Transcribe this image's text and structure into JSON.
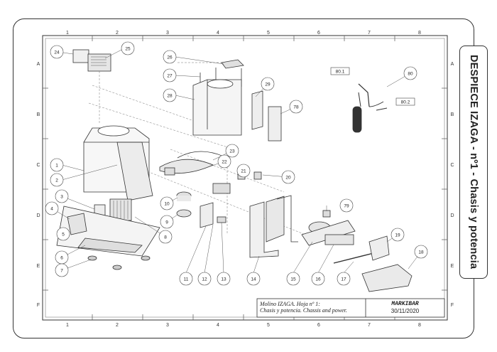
{
  "side_tab": {
    "title": "DESPIECE IZAGA - nº1 - Chasis y potencia"
  },
  "grid": {
    "columns": [
      "1",
      "2",
      "3",
      "4",
      "5",
      "6",
      "7",
      "8"
    ],
    "rows": [
      "A",
      "B",
      "C",
      "D",
      "E",
      "F"
    ]
  },
  "callouts": [
    "24",
    "25",
    "26",
    "27",
    "28",
    "29",
    "78",
    "80.1",
    "80",
    "80.2",
    "1",
    "2",
    "23",
    "22",
    "21",
    "20",
    "3",
    "4",
    "10",
    "9",
    "8",
    "79",
    "5",
    "6",
    "7",
    "11",
    "12",
    "13",
    "14",
    "15",
    "16",
    "17",
    "19",
    "18"
  ],
  "title_block": {
    "description_line1": "Molino IZAGA. Hoja nº 1:",
    "description_line2": "Chasis y potencia. Chassis and power.",
    "company": "MARKIBAR",
    "date": "30/11/2020"
  }
}
